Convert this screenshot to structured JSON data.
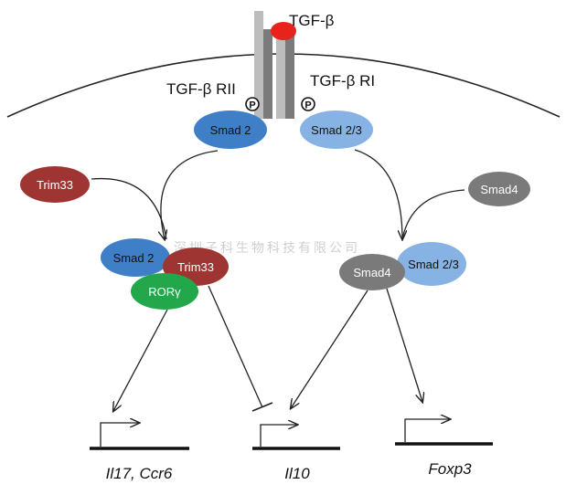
{
  "ligand": {
    "label": "TGF-β",
    "color": "#e8231c"
  },
  "receptors": {
    "type2_label": "TGF-β RII",
    "type1_label": "TGF-β RI",
    "phospho_label": "P"
  },
  "proteins": {
    "smad2_top": "Smad 2",
    "smad23_top": "Smad 2/3",
    "trim33_left": "Trim33",
    "smad4_right": "Smad4",
    "complex_smad2": "Smad 2",
    "complex_trim33": "Trim33",
    "complex_rorg": "RORγ",
    "complex_smad4": "Smad4",
    "complex_smad23": "Smad 2/3"
  },
  "genes": {
    "left": "Il17, Ccr6",
    "middle": "Il10",
    "right": "Foxp3"
  },
  "watermark": "深圳子科生物科技有限公司",
  "colors": {
    "smad2": "#3f7fc8",
    "smad23": "#86b3e3",
    "trim33": "#9e3532",
    "smad4": "#7a7a7a",
    "rorg": "#22a84a",
    "receptor_dark": "#7b7b7b",
    "receptor_light": "#b5b5b5"
  }
}
